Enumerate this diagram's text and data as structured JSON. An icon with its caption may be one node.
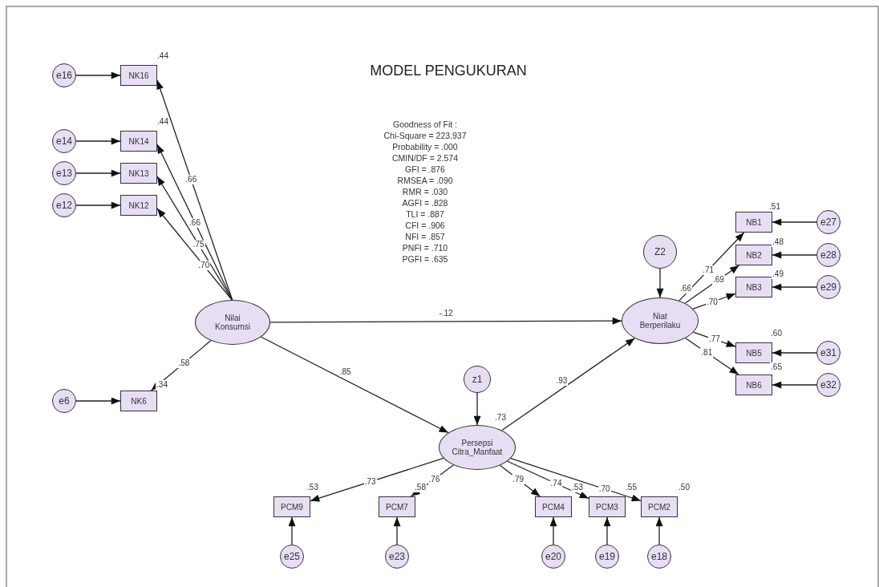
{
  "diagram": {
    "title": "MODEL PENGUKURAN",
    "nodes": [
      {
        "text": [
          "e16"
        ]
      },
      {
        "text": [
          "NK16"
        ],
        "beside": [
          ".44"
        ]
      },
      {
        "text": [
          "e14"
        ]
      },
      {
        "text": [
          "NK14"
        ],
        "beside": [
          ".44"
        ]
      },
      {
        "text": [
          "e13"
        ]
      },
      {
        "text": [
          "NK13"
        ]
      },
      {
        "text": [
          "e12"
        ]
      },
      {
        "text": [
          "NK12"
        ]
      },
      {
        "text": [
          "Z2"
        ]
      },
      {
        "text": [
          "NB1"
        ],
        "beside": [
          ".51"
        ]
      },
      {
        "text": [
          "e27"
        ]
      },
      {
        "text": [
          "NB2"
        ],
        "beside": [
          ".48"
        ]
      },
      {
        "text": [
          "e28"
        ]
      },
      {
        "text": [
          "NB3"
        ],
        "beside": [
          ".49"
        ]
      },
      {
        "text": [
          "e29"
        ]
      },
      {
        "text": [
          "Nilai Konsumsi"
        ]
      },
      {
        "text": [
          "Niat Berperilaku"
        ],
        "beside": [
          ".66"
        ]
      },
      {
        "text": [
          "NB5"
        ],
        "beside": [
          ".60"
        ]
      },
      {
        "text": [
          "e31"
        ]
      },
      {
        "text": [
          "NB6"
        ],
        "beside": [
          ".65"
        ]
      },
      {
        "text": [
          "e32"
        ]
      },
      {
        "text": [
          "e6"
        ]
      },
      {
        "text": [
          "NK6"
        ],
        "beside": [
          ".34"
        ]
      },
      {
        "text": [
          "z1"
        ]
      },
      {
        "text": [
          "Persepsi Citra_Manfaat"
        ],
        "beside": [
          ".73"
        ]
      },
      {
        "text": [
          "PCM9"
        ],
        "beside": [
          ".53"
        ]
      },
      {
        "text": [
          "PCM7"
        ],
        "beside": [
          ".58"
        ]
      },
      {
        "text": [
          "PCM4"
        ],
        "beside": [
          ".53"
        ]
      },
      {
        "text": [
          "PCM3"
        ],
        "beside": [
          ".55"
        ]
      },
      {
        "text": [
          "PCM2"
        ],
        "beside": [
          ".50"
        ]
      },
      {
        "text": [
          "e25"
        ]
      },
      {
        "text": [
          "e23"
        ]
      },
      {
        "text": [
          "e20"
        ]
      },
      {
        "text": [
          "e19"
        ]
      },
      {
        "text": [
          "e18"
        ]
      }
    ],
    "edges": [
      {
        "from": 0,
        "to": 1,
        "arrow": "to"
      },
      {
        "from": 2,
        "to": 3,
        "arrow": "to"
      },
      {
        "from": 4,
        "to": 5,
        "arrow": "to"
      },
      {
        "from": 6,
        "to": 7,
        "arrow": "to"
      },
      {
        "from": 15,
        "to": 1,
        "arrow": "to",
        "label": ".66"
      },
      {
        "from": 15,
        "to": 3,
        "arrow": "to",
        "label": ".66"
      },
      {
        "from": 15,
        "to": 5,
        "arrow": "to",
        "label": ".75"
      },
      {
        "from": 15,
        "to": 7,
        "arrow": "to",
        "label": ".70"
      },
      {
        "from": 15,
        "to": 22,
        "arrow": "to",
        "label": ".58"
      },
      {
        "from": 21,
        "to": 22,
        "arrow": "to"
      },
      {
        "from": 8,
        "to": 16,
        "arrow": "to"
      },
      {
        "from": 16,
        "to": 9,
        "arrow": "to",
        "label": ".71"
      },
      {
        "from": 16,
        "to": 11,
        "arrow": "to",
        "label": ".69"
      },
      {
        "from": 16,
        "to": 13,
        "arrow": "to",
        "label": ".70"
      },
      {
        "from": 16,
        "to": 17,
        "arrow": "to",
        "label": ".77"
      },
      {
        "from": 16,
        "to": 19,
        "arrow": "to",
        "label": ".81"
      },
      {
        "from": 10,
        "to": 9,
        "arrow": "to"
      },
      {
        "from": 12,
        "to": 11,
        "arrow": "to"
      },
      {
        "from": 14,
        "to": 13,
        "arrow": "to"
      },
      {
        "from": 18,
        "to": 17,
        "arrow": "to"
      },
      {
        "from": 20,
        "to": 19,
        "arrow": "to"
      },
      {
        "from": 15,
        "to": 16,
        "arrow": "to",
        "label": "-.12"
      },
      {
        "from": 15,
        "to": 24,
        "arrow": "to",
        "label": ".85"
      },
      {
        "from": 24,
        "to": 16,
        "arrow": "to",
        "label": ".93"
      },
      {
        "from": 23,
        "to": 24,
        "arrow": "to"
      },
      {
        "from": 24,
        "to": 25,
        "arrow": "to",
        "label": ".73"
      },
      {
        "from": 24,
        "to": 26,
        "arrow": "to",
        "label": ".76"
      },
      {
        "from": 24,
        "to": 27,
        "arrow": "to",
        "label": ".79"
      },
      {
        "from": 24,
        "to": 28,
        "arrow": "to",
        "label": ".74"
      },
      {
        "from": 24,
        "to": 29,
        "arrow": "to",
        "label": ".70"
      },
      {
        "from": 30,
        "to": 25,
        "arrow": "to"
      },
      {
        "from": 31,
        "to": 26,
        "arrow": "to"
      },
      {
        "from": 32,
        "to": 27,
        "arrow": "to"
      },
      {
        "from": 33,
        "to": 28,
        "arrow": "to"
      },
      {
        "from": 34,
        "to": 29,
        "arrow": "to"
      }
    ],
    "labels": [
      "Goodness of Fit :",
      "Chi-Square = 223.937",
      "Probability = .000",
      "CMIN/DF = 2.574",
      "GFI = .876",
      "RMSEA = .090",
      "RMR = .030",
      "AGFI = .828",
      "TLI = .887",
      "CFI = .906",
      "NFI = .857",
      "PNFI = .710",
      "PGFI = .635"
    ]
  }
}
